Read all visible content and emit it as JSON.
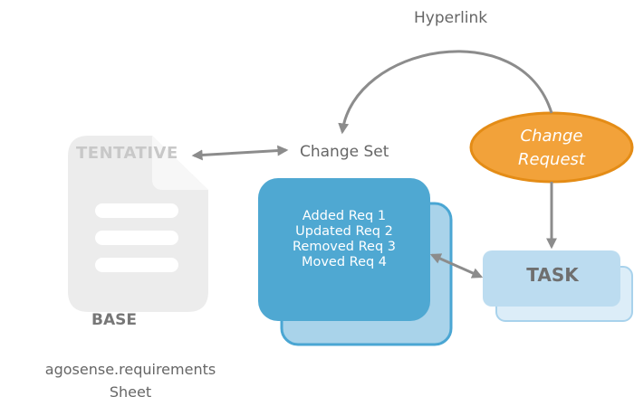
{
  "labels": {
    "hyperlink": "Hyperlink",
    "change_set": "Change Set",
    "tentative": "TENTATIVE",
    "base": "BASE",
    "source_line1": "agosense.requirements",
    "source_line2": "Sheet",
    "change_request_line1": "Change",
    "change_request_line2": "Request",
    "task": "TASK"
  },
  "change_set_items": [
    "Added Req 1",
    "Updated Req 2",
    "Removed Req 3",
    "Moved Req 4"
  ],
  "colors": {
    "document_gray": "#ececec",
    "change_set_front": "#4fa8d2",
    "change_set_back": "#a9d3ea",
    "change_set_border": "#4aa6d3",
    "task_fill": "#bcdcf0",
    "change_request_fill": "#f2a23a",
    "change_request_border": "#e48c16",
    "arrow_gray": "#8c8c8c"
  },
  "icons": [
    "document-icon",
    "double-arrow-icon",
    "curved-arrow-icon",
    "down-arrow-icon"
  ]
}
